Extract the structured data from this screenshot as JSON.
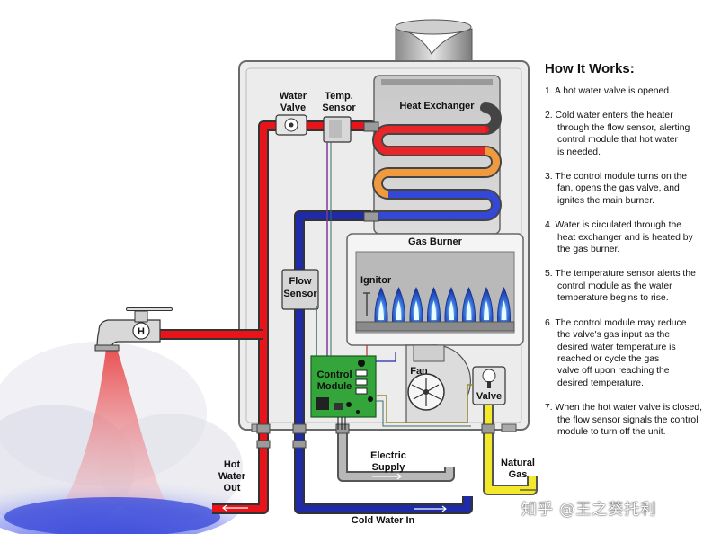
{
  "labels": {
    "water_valve": [
      "Water",
      "Valve"
    ],
    "temp_sensor": [
      "Temp.",
      "Sensor"
    ],
    "heat_exchanger": "Heat Exchanger",
    "gas_burner": "Gas Burner",
    "flow_sensor": [
      "Flow",
      "Sensor"
    ],
    "ignitor": "Ignitor",
    "control_module": [
      "Control",
      "Module"
    ],
    "fan": "Fan",
    "valve": "Valve",
    "hot_water_out": [
      "Hot",
      "Water",
      "Out"
    ],
    "electric_supply": [
      "Electric",
      "Supply"
    ],
    "natural_gas": [
      "Natural",
      "Gas"
    ],
    "cold_water_in": "Cold Water In",
    "faucet_badge": "H"
  },
  "how_it_works": {
    "title": "How It Works:",
    "steps": [
      [
        "1. A hot water valve is opened."
      ],
      [
        "2. Cold water enters the heater",
        "through the flow sensor, alerting",
        "control module that hot water",
        "is needed."
      ],
      [
        "3. The control module turns on the",
        "fan, opens the gas valve, and",
        "ignites the main burner."
      ],
      [
        "4. Water is circulated through the",
        "heat exchanger and is heated by",
        "the gas burner."
      ],
      [
        "5. The temperature sensor alerts the",
        "control module as the water",
        "temperature begins to rise."
      ],
      [
        "6. The control module may reduce",
        "the valve's gas input as the",
        "desired water temperature is",
        "reached or cycle the gas",
        "valve off upon reaching the",
        "desired temperature."
      ],
      [
        "7. When the hot water valve is closed,",
        "the flow sensor signals the control",
        "module to turn off the unit."
      ]
    ]
  },
  "watermark": "知乎 @王之葵托利",
  "colors": {
    "hot": "#e8141a",
    "cold": "#1f2aa8",
    "gas": "#f4e82a",
    "electric": "#a8a8a8",
    "board": "#33a53a",
    "burner_flame": "#2a62d8"
  }
}
